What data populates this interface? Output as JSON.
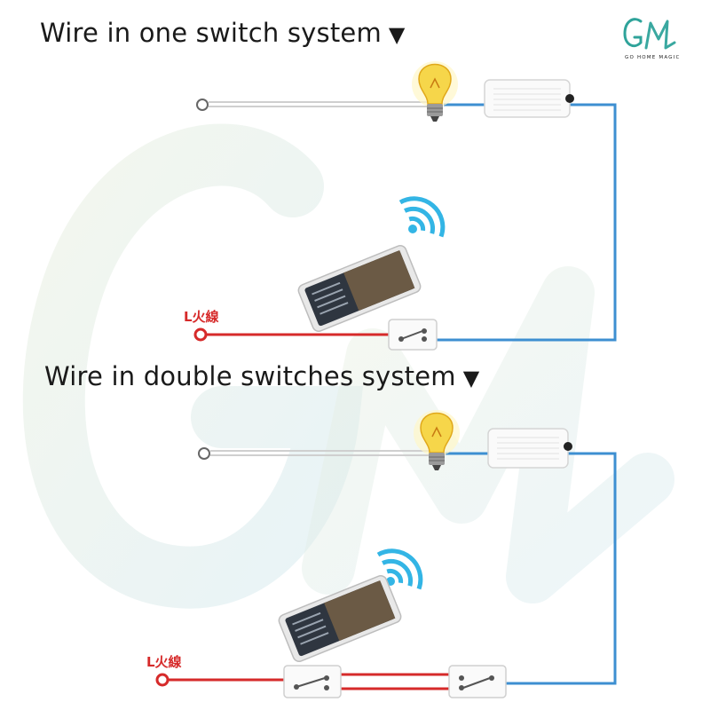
{
  "titles": {
    "single": "Wire in one switch system",
    "double": "Wire in double switches system",
    "arrow": "▼"
  },
  "logo": {
    "mark": "GM",
    "tagline": "GO HOME MAGIC"
  },
  "live_label": "L火線",
  "colors": {
    "neutral_wire": "#cfcfcf",
    "signal_wire": "#3d8fd1",
    "live_wire": "#d62a2a",
    "wifi": "#33b5e5",
    "watermark_gradient_start": "#e8eee0",
    "watermark_gradient_end": "#d8ebf0"
  },
  "icons": {
    "bulb": "lightbulb-icon",
    "controller": "smart-relay-module",
    "phone": "smartphone-icon",
    "wifi": "wifi-signal-icon",
    "switch": "wall-switch-icon"
  }
}
